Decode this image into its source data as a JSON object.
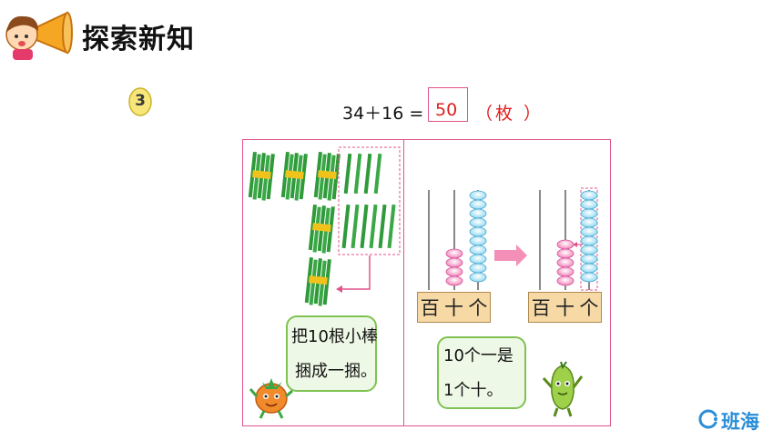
{
  "header": {
    "title": "探索新知"
  },
  "problem": {
    "number": "3",
    "equation": "34＋16 =",
    "answer": "50",
    "unit": "（枚 ）"
  },
  "left_panel": {
    "bubble_line1": "把10根小棒",
    "bubble_line2": "捆成一捆。"
  },
  "right_panel": {
    "before_labels": [
      "百",
      "十",
      "个"
    ],
    "after_labels": [
      "百",
      "十",
      "个"
    ],
    "bubble_line1": "10个一是",
    "bubble_line2": "1个十。"
  },
  "brand": {
    "logo_text": "班海"
  },
  "colors": {
    "accent_pink": "#e0548c",
    "answer_red": "#e02020",
    "stick_green": "#2f9a3a",
    "bead_blue": "#8fd8f0",
    "bead_pink": "#f27fb8",
    "bubble_green": "#7fc251",
    "brand_blue": "#2a8ed8"
  }
}
